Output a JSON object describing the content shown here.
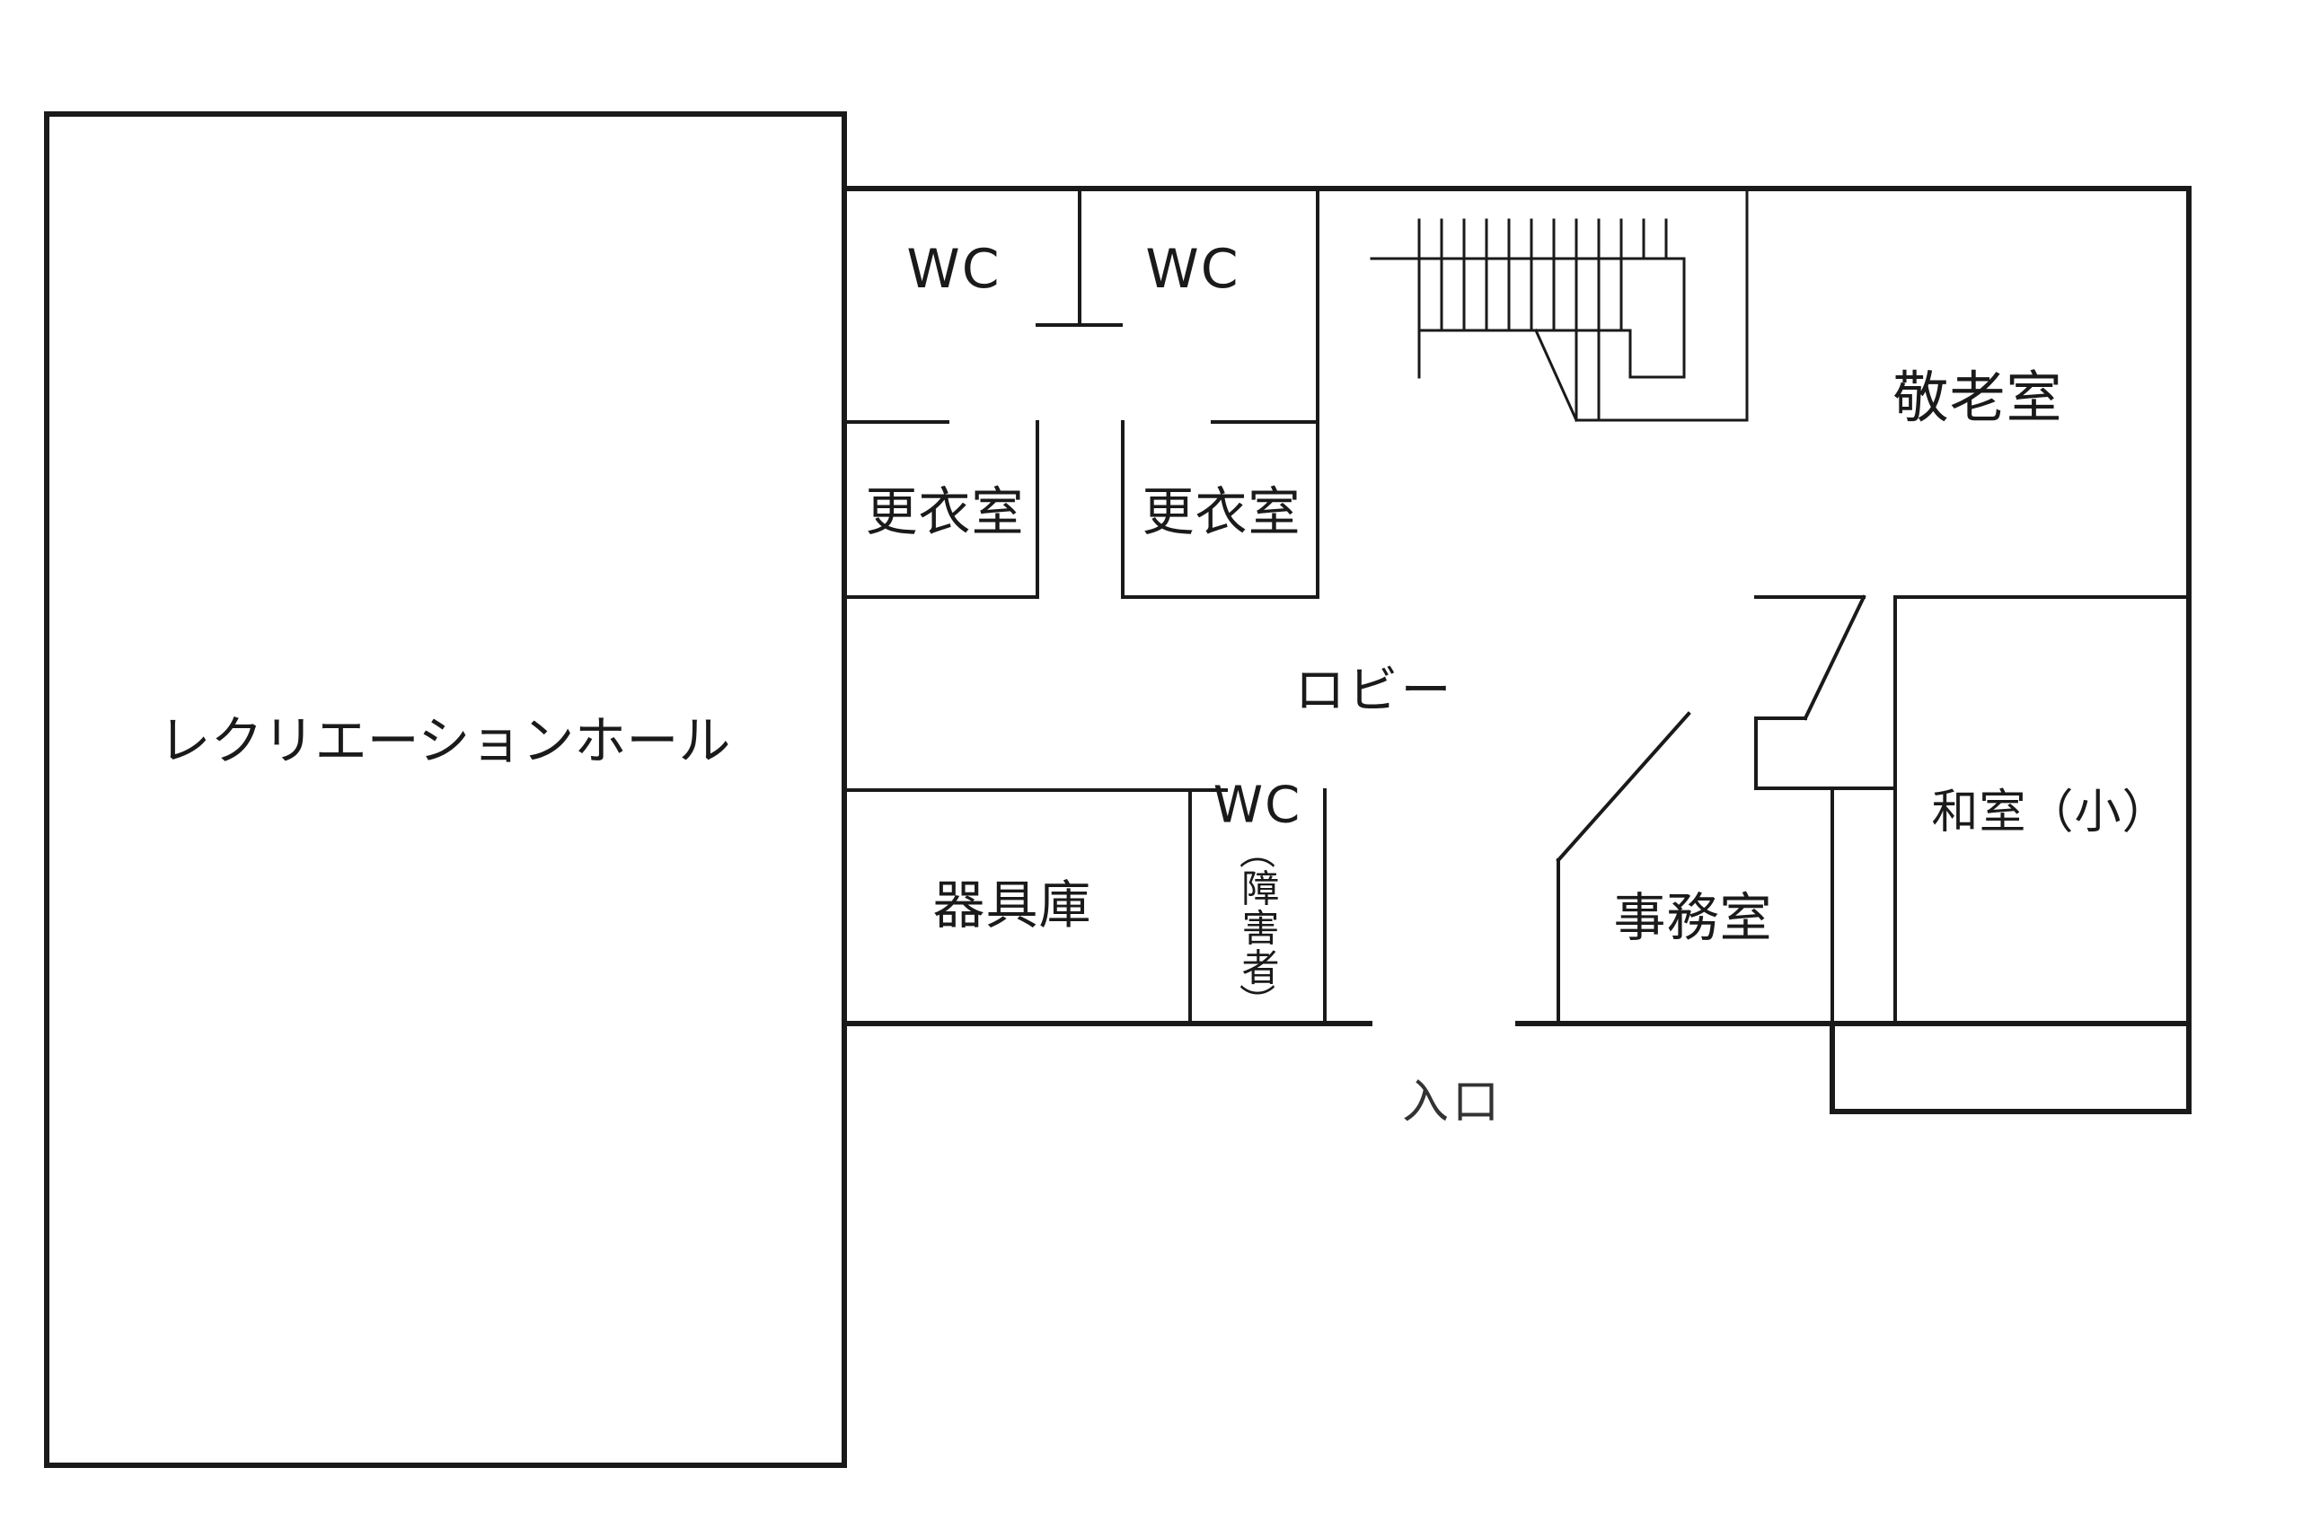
{
  "rooms": {
    "recreation_hall": "レクリエーションホール",
    "wc_1": "WC",
    "wc_2": "WC",
    "changing_room_1": "更衣室",
    "changing_room_2": "更衣室",
    "elders_room": "敬老室",
    "lobby": "ロビー",
    "japanese_room_small": "和室（小）",
    "equipment_storage": "器具庫",
    "accessible_wc": {
      "wc": "WC",
      "paren_open": "︵",
      "note": "障害者",
      "paren_close": "︶"
    },
    "office": "事務室",
    "entrance": "入口"
  }
}
